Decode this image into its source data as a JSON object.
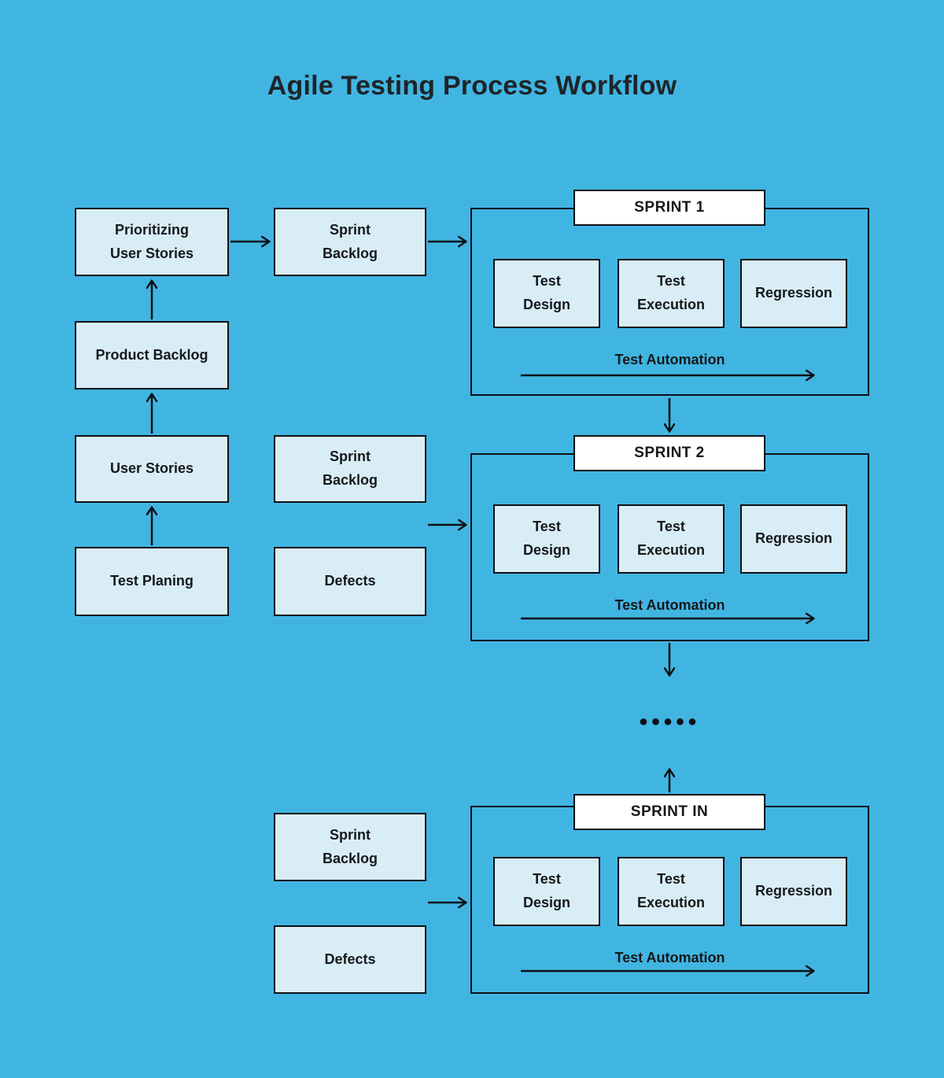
{
  "title": "Agile Testing Process Workflow",
  "colors": {
    "background": "#41B5E2",
    "node_fill": "#D9EDF7",
    "node_border": "#0D1013",
    "sprint_label_bg": "#FFFFFF",
    "text": "#15181A"
  },
  "planning_flow": {
    "prioritizing_user_stories": "Prioritizing\nUser Stories",
    "product_backlog": "Product Backlog",
    "user_stories": "User Stories",
    "test_planing": "Test Planing"
  },
  "backlog_column": {
    "sprint_backlog_1": "Sprint\nBacklog",
    "sprint_backlog_2": "Sprint\nBacklog",
    "defects_1": "Defects",
    "sprint_backlog_3": "Sprint\nBacklog",
    "defects_2": "Defects"
  },
  "sprints": [
    {
      "label": "SPRINT 1",
      "stages": [
        "Test\nDesign",
        "Test\nExecution",
        "Regression"
      ],
      "automation": "Test Automation"
    },
    {
      "label": "SPRINT 2",
      "stages": [
        "Test\nDesign",
        "Test\nExecution",
        "Regression"
      ],
      "automation": "Test Automation"
    },
    {
      "label": "SPRINT IN",
      "stages": [
        "Test\nDesign",
        "Test\nExecution",
        "Regression"
      ],
      "automation": "Test Automation"
    }
  ],
  "continuation_dots": "•••••"
}
